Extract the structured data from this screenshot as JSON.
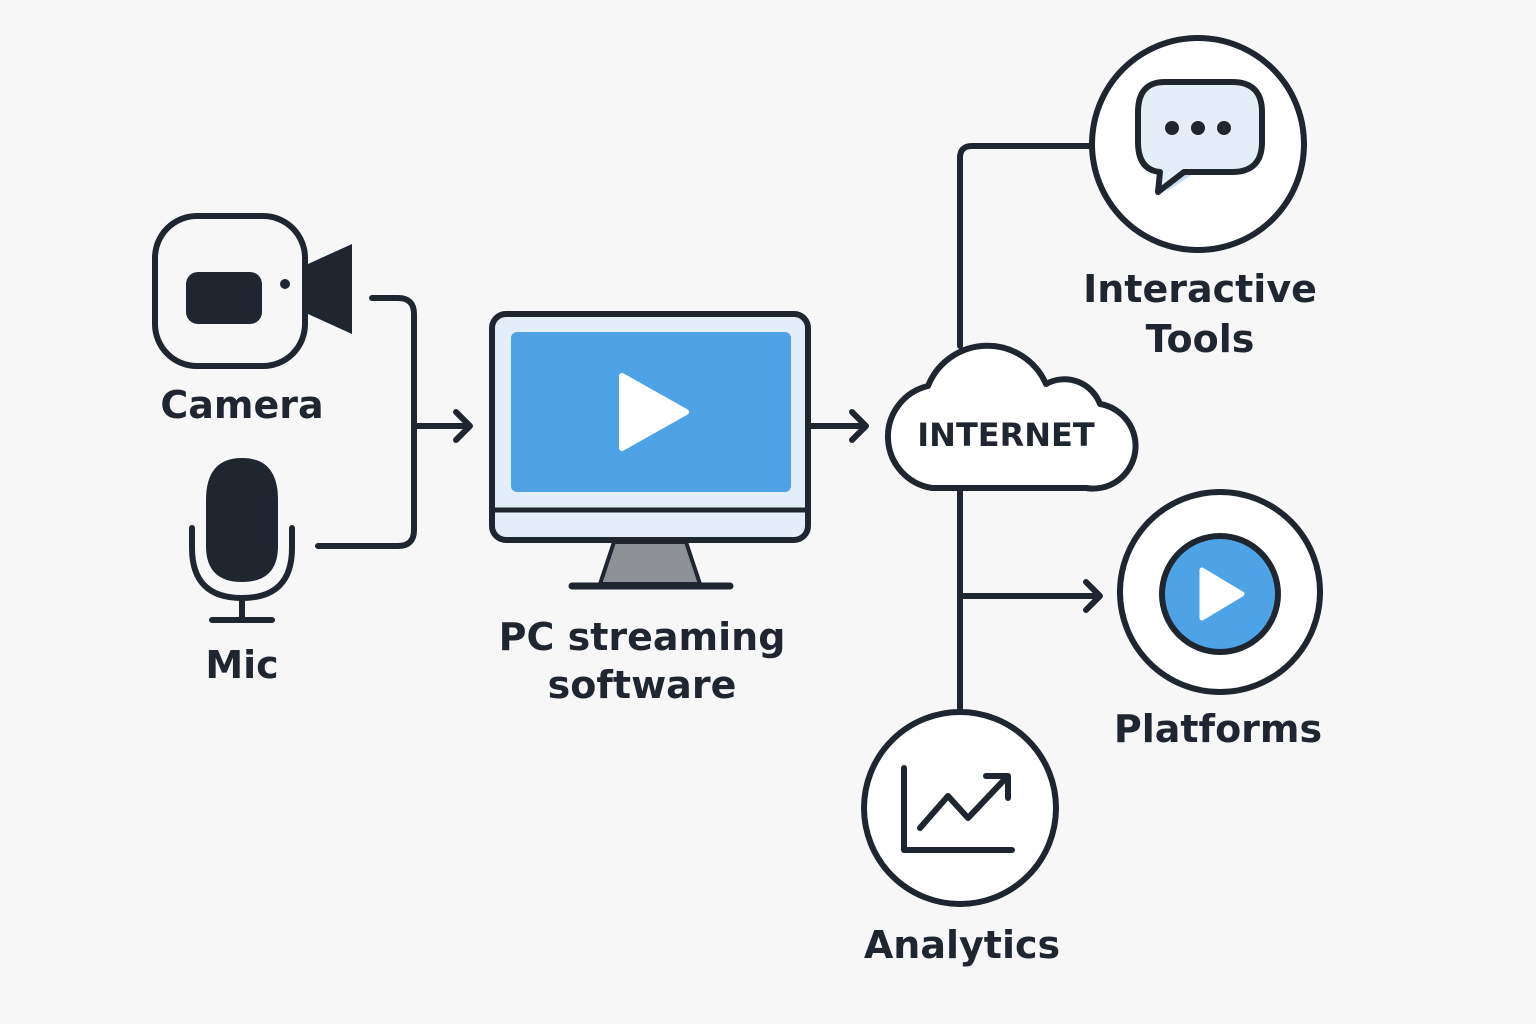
{
  "nodes": {
    "camera": {
      "label": "Camera",
      "icon": "video-camera-icon"
    },
    "mic": {
      "label": "Mic",
      "icon": "microphone-icon"
    },
    "pc": {
      "label_line1": "PC streaming",
      "label_line2": "software",
      "icon": "monitor-play-icon"
    },
    "internet": {
      "label": "INTERNET",
      "icon": "cloud-icon"
    },
    "interactive_tools": {
      "label_line1": "Interactive",
      "label_line2": "Tools",
      "icon": "chat-bubble-icon"
    },
    "platforms": {
      "label": "Platforms",
      "icon": "play-circle-icon"
    },
    "analytics": {
      "label": "Analytics",
      "icon": "line-chart-icon"
    }
  },
  "colors": {
    "background": "#f7f7f7",
    "ink": "#1f2630",
    "accent_blue": "#4da3e6",
    "light_blue": "#e3eef9",
    "stand_gray": "#8e9296"
  }
}
